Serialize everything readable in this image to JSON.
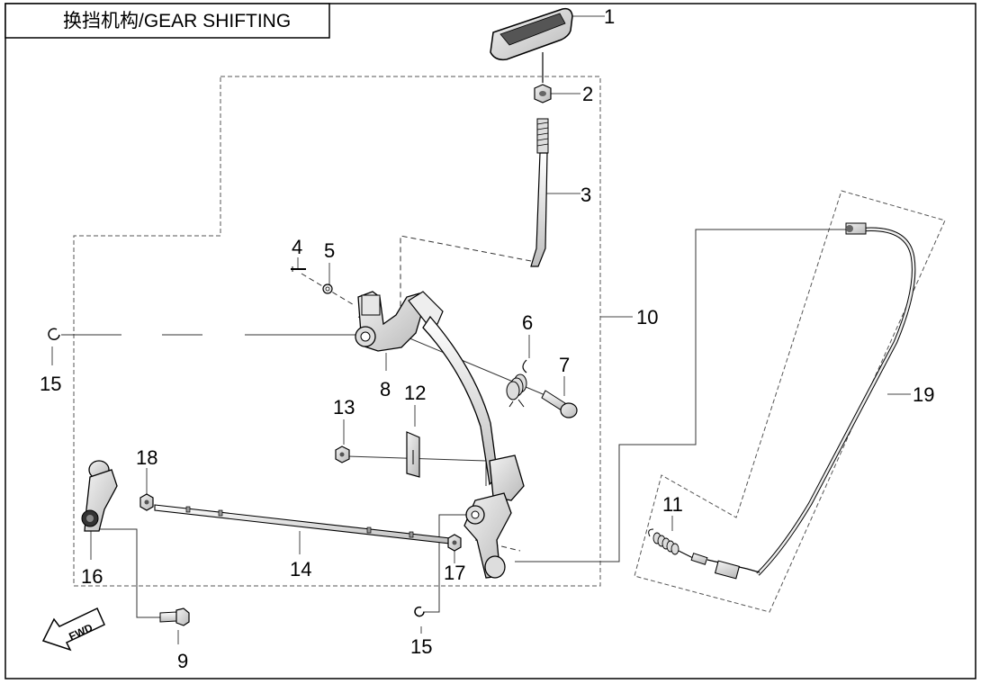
{
  "title": "换挡机构/GEAR SHIFTING",
  "fwd_label": "FWD",
  "callouts": {
    "c1": "1",
    "c2": "2",
    "c3": "3",
    "c4": "4",
    "c5": "5",
    "c6": "6",
    "c7": "7",
    "c8": "8",
    "c9": "9",
    "c10": "10",
    "c11": "11",
    "c12": "12",
    "c13": "13",
    "c14": "14",
    "c15a": "15",
    "c15b": "15",
    "c16": "16",
    "c17": "17",
    "c18": "18",
    "c19": "19"
  }
}
